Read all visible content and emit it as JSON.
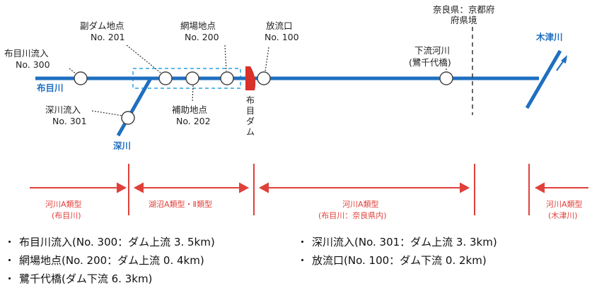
{
  "points": {
    "p300_name": "布目川流入",
    "p300_no": "No. 300",
    "p301_name": "深川流入",
    "p301_no": "No. 301",
    "p201_name": "副ダム地点",
    "p201_no": "No. 201",
    "p200_name": "網場地点",
    "p200_no": "No. 200",
    "p202_name": "補助地点",
    "p202_no": "No. 202",
    "p100_name": "放流口",
    "p100_no": "No. 100",
    "down_name": "下流河川",
    "down_sub": "(鷺千代橋)"
  },
  "rivers": {
    "nunome": "布目川",
    "fukagawa": "深川",
    "kizugawa": "木津川"
  },
  "dam": {
    "chars": [
      "布",
      "目",
      "ダ",
      "ム"
    ]
  },
  "border": {
    "line1": "奈良県：京都府",
    "line2": "府県境"
  },
  "classes": {
    "c1_line1": "河川A類型",
    "c1_line2": "(布目川)",
    "c2_line1": "湖沼A類型・Ⅱ類型",
    "c3_line1": "河川A類型",
    "c3_line2": "(布目川：奈良県内)",
    "c4_line1": "河川A類型",
    "c4_line2": "(木津川)"
  },
  "notes": [
    "布目川流入(No. 300：ダム上流 3. 5km)",
    "深川流入(No. 301：ダム上流 3. 3km)",
    "網場地点(No. 200：ダム上流 0. 4km)",
    "放流口(No. 100：ダム下流 0. 2km)",
    "鷺千代橋(ダム下流 6. 3km)"
  ],
  "note_bullet": "・",
  "colors": {
    "river": "#1f6fc0",
    "dam": "#d9302a",
    "classification": "#e0403a",
    "lake_outline": "#5fb8e6"
  }
}
